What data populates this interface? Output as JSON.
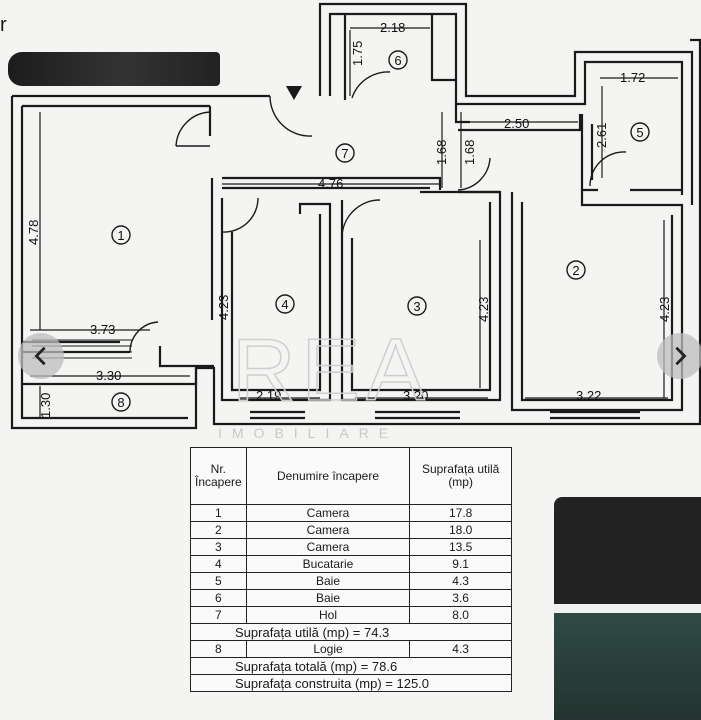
{
  "header": {
    "fragment": "r"
  },
  "plan": {
    "rooms": [
      {
        "num": "1",
        "dims": [
          "4.78",
          "3.73"
        ]
      },
      {
        "num": "2",
        "dims": [
          "4.23",
          "3.22"
        ]
      },
      {
        "num": "3",
        "dims": [
          "4.23",
          "3.20"
        ]
      },
      {
        "num": "4",
        "dims": [
          "4.23",
          "2.19"
        ]
      },
      {
        "num": "5",
        "dims": [
          "1.72",
          "2.61"
        ]
      },
      {
        "num": "6",
        "dims": [
          "2.18",
          "1.75"
        ]
      },
      {
        "num": "7",
        "dims": [
          "4.76",
          "1.68",
          "1.68"
        ]
      },
      {
        "num": "8",
        "dims": [
          "3.30",
          "1.30"
        ]
      }
    ],
    "extra_dims": [
      "2.50"
    ],
    "watermark": "REA",
    "watermark_sub": "IMOBILIARE"
  },
  "table": {
    "headers": [
      "Nr. Încapere",
      "Denumire încapere",
      "Suprafața utilă (mp)"
    ],
    "rows": [
      {
        "nr": "1",
        "name": "Camera",
        "area": "17.8"
      },
      {
        "nr": "2",
        "name": "Camera",
        "area": "18.0"
      },
      {
        "nr": "3",
        "name": "Camera",
        "area": "13.5"
      },
      {
        "nr": "4",
        "name": "Bucatarie",
        "area": "9.1"
      },
      {
        "nr": "5",
        "name": "Baie",
        "area": "4.3"
      },
      {
        "nr": "6",
        "name": "Baie",
        "area": "3.6"
      },
      {
        "nr": "7",
        "name": "Hol",
        "area": "8.0"
      }
    ],
    "subtotal": "Suprafața utilă (mp) = 74.3",
    "extra_row": {
      "nr": "8",
      "name": "Logie",
      "area": "4.3"
    },
    "total": "Suprafața totală (mp) = 78.6",
    "built": "Suprafața construita (mp) = 125.0"
  },
  "nav": {
    "prev_icon": "chevron-left-icon",
    "next_icon": "chevron-right-icon"
  }
}
